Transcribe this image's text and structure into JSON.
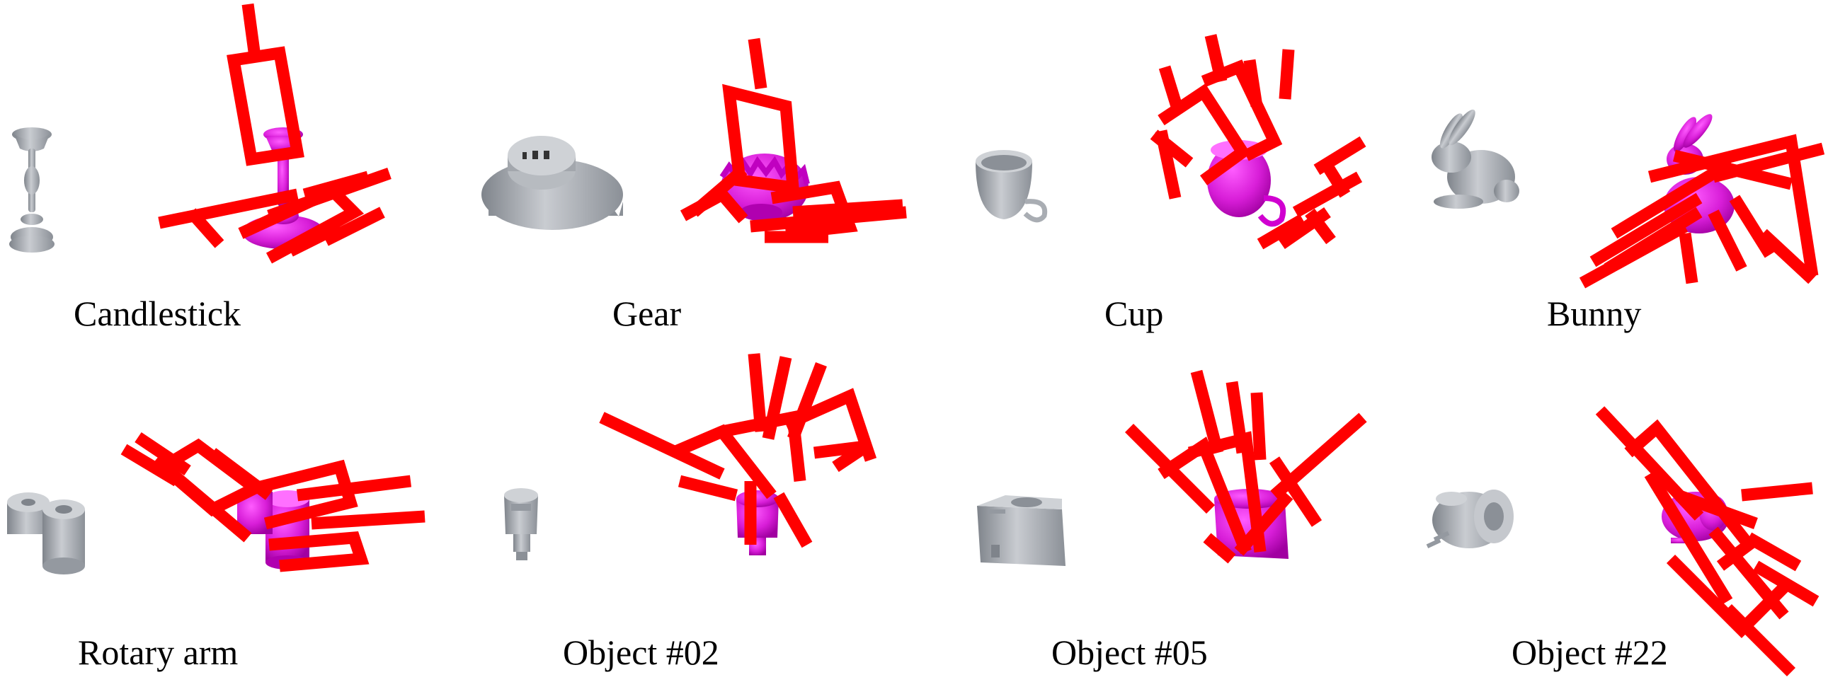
{
  "figure": {
    "rows": [
      {
        "panels": [
          {
            "name": "candlestick",
            "label": "Candlestick"
          },
          {
            "name": "gear",
            "label": "Gear"
          },
          {
            "name": "cup",
            "label": "Cup"
          },
          {
            "name": "bunny",
            "label": "Bunny"
          }
        ]
      },
      {
        "panels": [
          {
            "name": "rotary-arm",
            "label": "Rotary arm"
          },
          {
            "name": "object-02",
            "label": "Object #02"
          },
          {
            "name": "object-05",
            "label": "Object #05"
          },
          {
            "name": "object-22",
            "label": "Object #22"
          }
        ]
      }
    ],
    "colors": {
      "gripper": "#ff0000",
      "point_cloud": "#e020e0",
      "object_render": "#a9adb3",
      "object_shadow": "#7f848b"
    }
  }
}
